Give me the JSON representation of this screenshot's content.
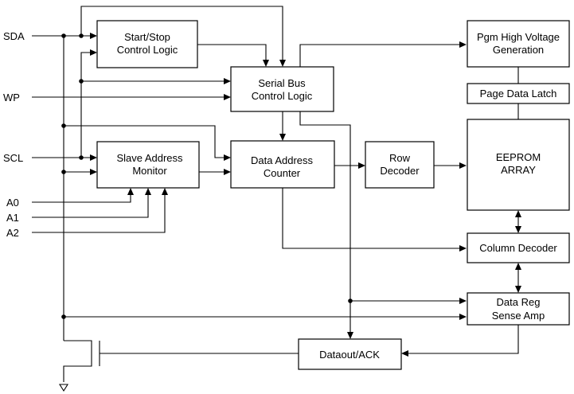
{
  "pins": {
    "sda": "SDA",
    "wp": "WP",
    "scl": "SCL",
    "a0": "A0",
    "a1": "A1",
    "a2": "A2"
  },
  "blocks": {
    "start_stop": [
      "Start/Stop",
      "Control Logic"
    ],
    "serial_bus": [
      "Serial Bus",
      "Control Logic"
    ],
    "pgm_hv": [
      "Pgm High Voltage",
      "Generation"
    ],
    "page_latch": [
      "Page Data Latch"
    ],
    "slave_addr": [
      "Slave Address",
      "Monitor"
    ],
    "data_addr": [
      "Data Address",
      "Counter"
    ],
    "row_decoder": [
      "Row",
      "Decoder"
    ],
    "eeprom": [
      "EEPROM",
      "ARRAY"
    ],
    "col_decoder": [
      "Column Decoder"
    ],
    "data_reg": [
      "Data Reg",
      "Sense Amp"
    ],
    "dataout": [
      "Dataout/ACK"
    ]
  }
}
